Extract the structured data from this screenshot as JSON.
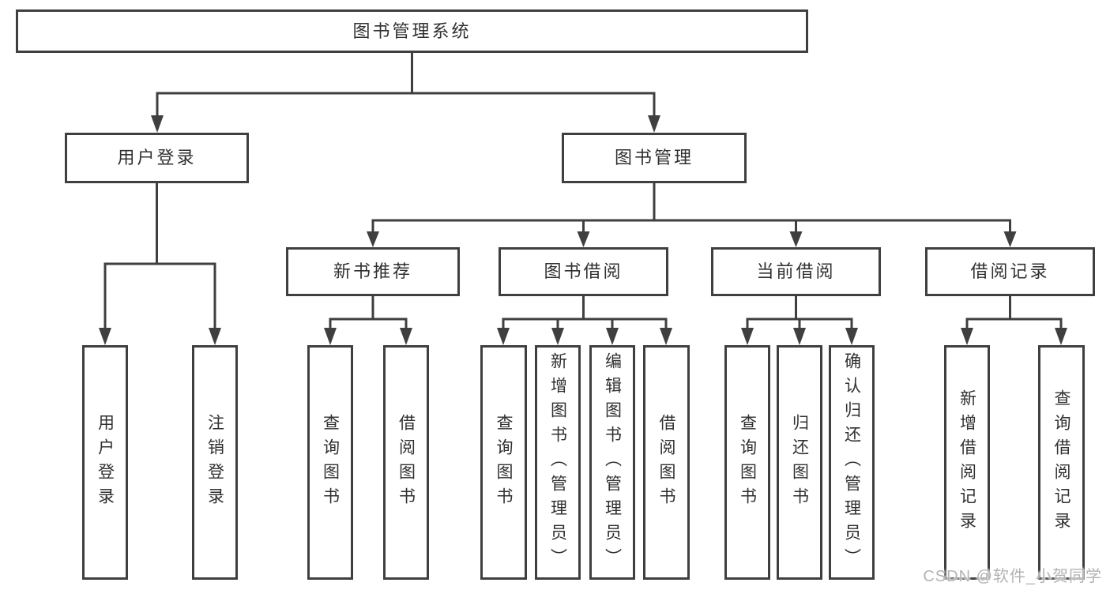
{
  "diagram": {
    "root": "图书管理系统",
    "branches": [
      {
        "label": "用户登录",
        "children": [
          "用户登录",
          "注销登录"
        ]
      },
      {
        "label": "图书管理",
        "children": [
          {
            "label": "新书推荐",
            "children": [
              "查询图书",
              "借阅图书"
            ]
          },
          {
            "label": "图书借阅",
            "children": [
              "查询图书",
              "新增图书（管理员）",
              "编辑图书（管理员）",
              "借阅图书"
            ]
          },
          {
            "label": "当前借阅",
            "children": [
              "查询图书",
              "归还图书",
              "确认归还（管理员）"
            ]
          },
          {
            "label": "借阅记录",
            "children": [
              "新增借阅记录",
              "查询借阅记录"
            ]
          }
        ]
      }
    ]
  },
  "watermark": "CSDN @软件_小贺同学",
  "colors": {
    "line": "#3f3f3f",
    "text": "#303030",
    "watermark": "#b3b3b3",
    "background": "#ffffff"
  }
}
